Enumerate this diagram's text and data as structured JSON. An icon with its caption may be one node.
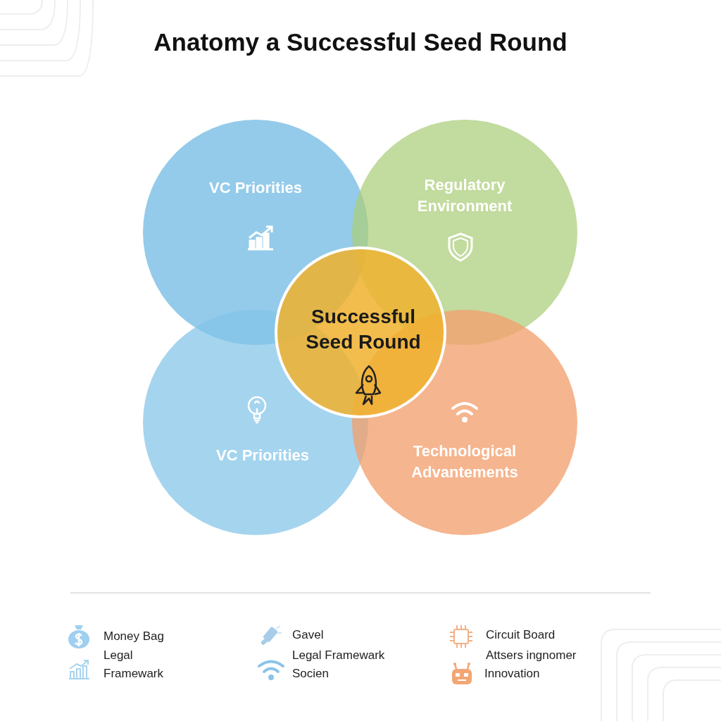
{
  "diagram": {
    "title": "Anatomy a Successful Seed Round",
    "nodes": [
      {
        "text": [
          "VC Priorities"
        ]
      },
      {
        "text": [
          "Regulatory Environment"
        ]
      },
      {
        "text": [
          "VC Priorities"
        ]
      },
      {
        "text": [
          "Technological Advantements"
        ]
      },
      {
        "text": [
          "Successful Seed Round"
        ]
      }
    ],
    "legend": [
      {
        "text": "Money Bag"
      },
      {
        "text": "Legal Framewark"
      },
      {
        "text": "Gavel"
      },
      {
        "text": "Legal Framewark"
      },
      {
        "text": "Socien"
      },
      {
        "text": "Circuit Board"
      },
      {
        "text": "Attsers ingnomer"
      },
      {
        "text": "Innovation"
      }
    ]
  }
}
